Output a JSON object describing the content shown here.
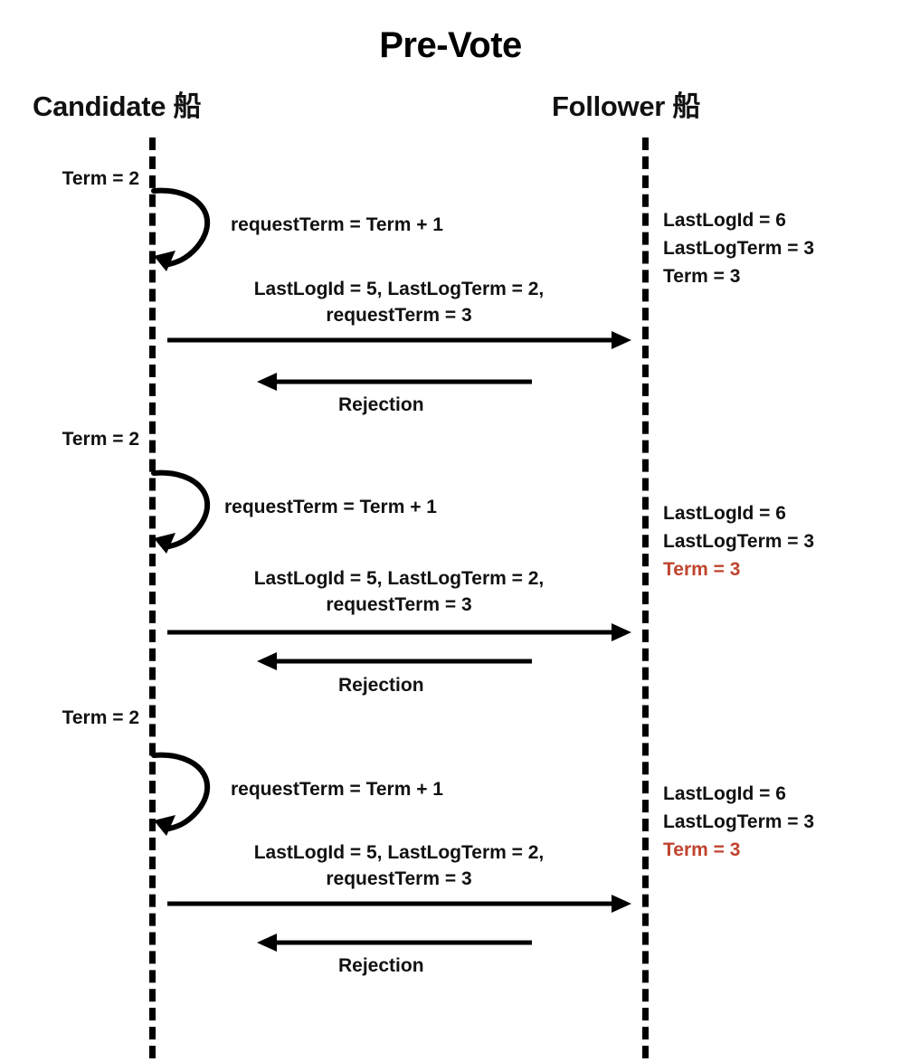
{
  "title": "Pre-Vote",
  "actors": {
    "left": "Candidate 船",
    "right": "Follower 船"
  },
  "colors": {
    "line": "#000000",
    "text": "#111111",
    "highlight_red": "#C0442F",
    "background": "#FFFFFF"
  },
  "rounds": [
    {
      "candidate_term": "Term = 2",
      "self_message": "requestTerm = Term + 1",
      "request_line1": "LastLogId = 5, LastLogTerm = 2,",
      "request_line2": "requestTerm = 3",
      "response": "Rejection",
      "follower_state": {
        "last_log_id": "LastLogId = 6",
        "last_log_term": "LastLogTerm = 3",
        "term": "Term = 3",
        "term_highlighted": false
      }
    },
    {
      "candidate_term": "Term = 2",
      "self_message": "requestTerm = Term + 1",
      "request_line1": "LastLogId = 5, LastLogTerm = 2,",
      "request_line2": "requestTerm = 3",
      "response": "Rejection",
      "follower_state": {
        "last_log_id": "LastLogId = 6",
        "last_log_term": "LastLogTerm = 3",
        "term": "Term = 3",
        "term_highlighted": true
      }
    },
    {
      "candidate_term": "Term = 2",
      "self_message": "requestTerm = Term + 1",
      "request_line1": "LastLogId = 5, LastLogTerm = 2,",
      "request_line2": "requestTerm = 3",
      "response": "Rejection",
      "follower_state": {
        "last_log_id": "LastLogId = 6",
        "last_log_term": "LastLogTerm = 3",
        "term": "Term = 3",
        "term_highlighted": true
      }
    }
  ]
}
